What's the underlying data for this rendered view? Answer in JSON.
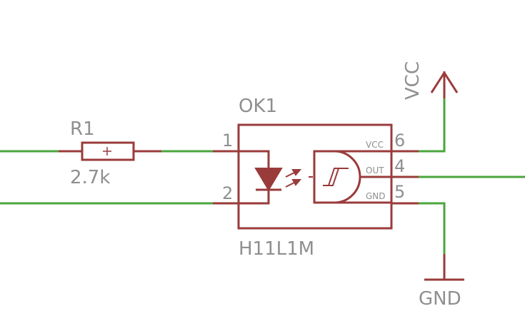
{
  "resistor": {
    "ref": "R1",
    "value": "2.7k"
  },
  "optocoupler": {
    "ref": "OK1",
    "part": "H11L1M",
    "pins": {
      "p1": "1",
      "p2": "2",
      "p4": "4",
      "p5": "5",
      "p6": "6",
      "vcc_pin_label": "VCC",
      "out_pin_label": "OUT",
      "gnd_pin_label": "GND"
    }
  },
  "power": {
    "vcc": "VCC",
    "gnd": "GND"
  },
  "colors": {
    "wire": "#4aa63c",
    "component": "#9a3b3b",
    "text": "#8f8f8f"
  }
}
